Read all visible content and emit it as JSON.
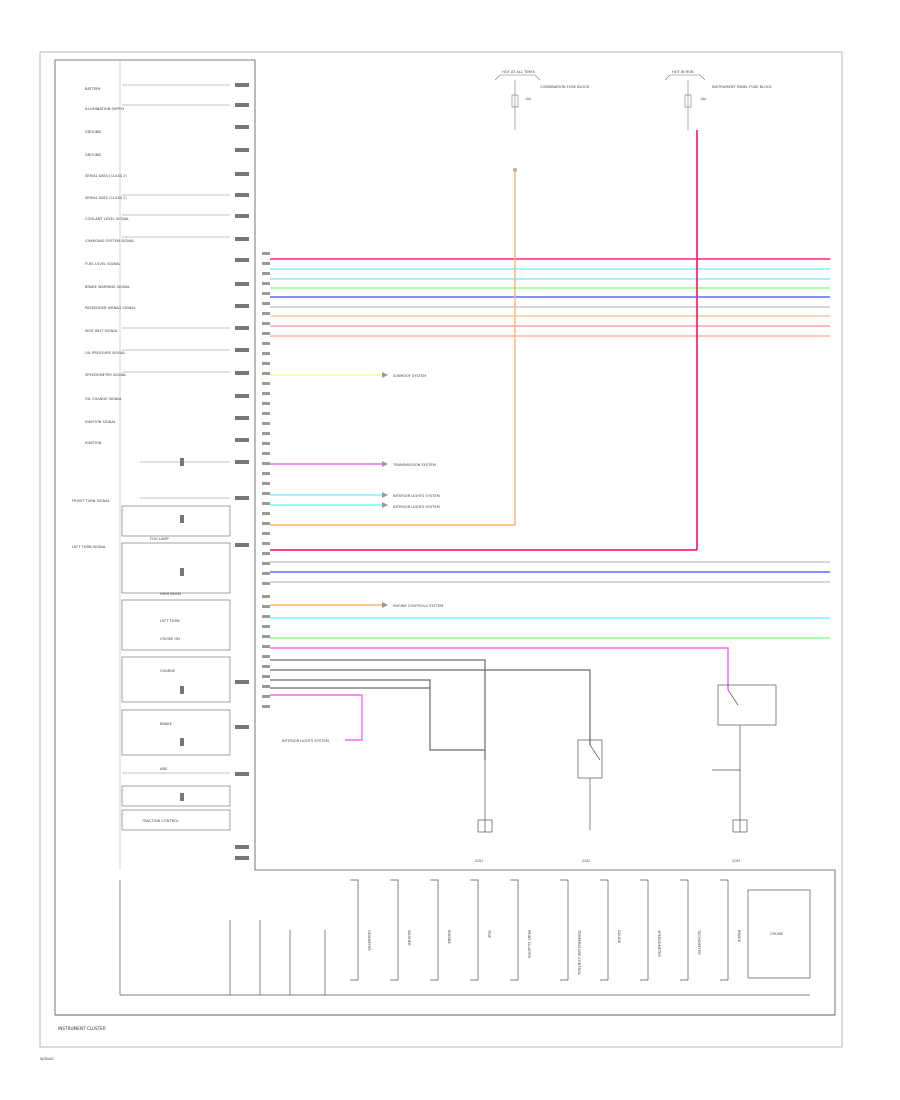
{
  "footer": {
    "module_title": "INSTRUMENT CLUSTER",
    "page_code": "W/DIAG"
  },
  "colors": {
    "frame": "#b8b8b8",
    "text": "#555555",
    "wire_red": "#ff2a6b",
    "wire_pink": "#ff9fb4",
    "wire_orange": "#ffb26b",
    "wire_cyan": "#7ff0ff",
    "wire_green": "#8fff8f",
    "wire_blue": "#5b6bff",
    "wire_yellow": "#ffff88",
    "wire_magenta": "#ff66ff",
    "wire_black": "#6a6a6a"
  },
  "fuse_blocks": [
    {
      "label": "HOT AT ALL TIMES",
      "desc": "COMBINATION FUSE BLOCK",
      "fuse": "10A"
    },
    {
      "label": "HOT IN RUN",
      "desc": "INSTRUMENT PANEL FUSE BLOCK",
      "fuse": "10A"
    }
  ],
  "left_labels": [
    "BATTERY",
    "ILLUMINATION SUPPLY",
    "GROUND",
    "GROUND",
    "SERIAL DATA (CLASS 2)",
    "SERIAL DATA (CLASS 2)",
    "COOLANT LEVEL SIGNAL",
    "CHARGING SYSTEM SIGNAL",
    "FUEL LEVEL SIGNAL",
    "BRAKE WARNING SIGNAL",
    "PASSENGER AIRBAG SIGNAL",
    "SEAT BELT SIGNAL",
    "OIL PRESSURE SIGNAL",
    "SPEEDOMETER SIGNAL",
    "OIL CHANGE SIGNAL",
    "IGNITION SIGNAL",
    "IGNITION"
  ],
  "middle_labels": [
    "FRONT TURN SIGNAL",
    "LEFT TURN SIGNAL",
    "FOG LAMP",
    "HIGH BEAM",
    "LEFT TURN",
    "CRUISE ON",
    "CHARGE",
    "BRAKE",
    "ABS",
    "TRACTION CONTROL"
  ],
  "connectors": [
    "SUNROOF SYSTEM",
    "TRANSMISSION SYSTEM",
    "INTERIOR LIGHTS SYSTEM",
    "INTERIOR LIGHTS SYSTEM",
    "ENGINE CONTROLS SYSTEM"
  ],
  "bottom_modules": [
    "ODOMETER",
    "WASHER",
    "ENGINE",
    "TRIP",
    "PRINT CLUSTER",
    "TEMPERATURE CONTROL",
    "GAUGE",
    "SPEEDOMETER",
    "TACHOMETER",
    "BRAKE",
    "CRUISE"
  ],
  "ground_labels": [
    "G201",
    "G202",
    "G203"
  ]
}
